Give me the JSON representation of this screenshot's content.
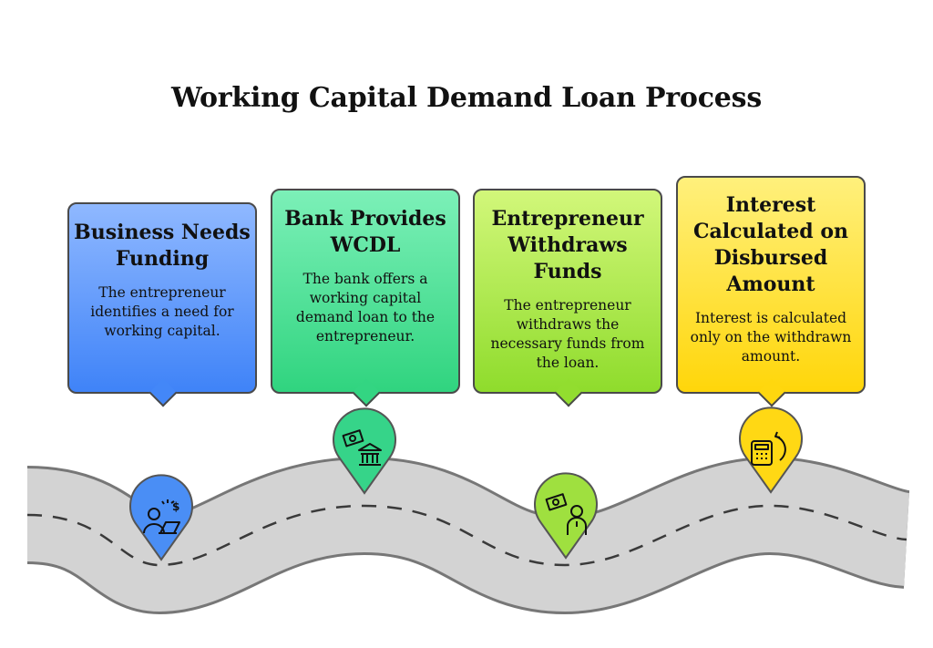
{
  "title": "Working Capital Demand Loan Process",
  "steps": [
    {
      "heading": "Business Needs Funding",
      "description": "The entrepreneur identifies a need for working capital.",
      "icon": "person-laptop-money-icon",
      "color": "#4285f4"
    },
    {
      "heading": "Bank Provides WCDL",
      "description": "The bank offers a working capital demand loan to the entrepreneur.",
      "icon": "bank-cash-icon",
      "color": "#34d399"
    },
    {
      "heading": "Entrepreneur Withdraws Funds",
      "description": "The entrepreneur withdraws the necessary funds from the loan.",
      "icon": "person-cash-icon",
      "color": "#9be03a"
    },
    {
      "heading": "Interest Calculated on Disbursed Amount",
      "description": "Interest is calculated only on the withdrawn amount.",
      "icon": "calculator-cycle-icon",
      "color": "#ffd60a"
    }
  ]
}
